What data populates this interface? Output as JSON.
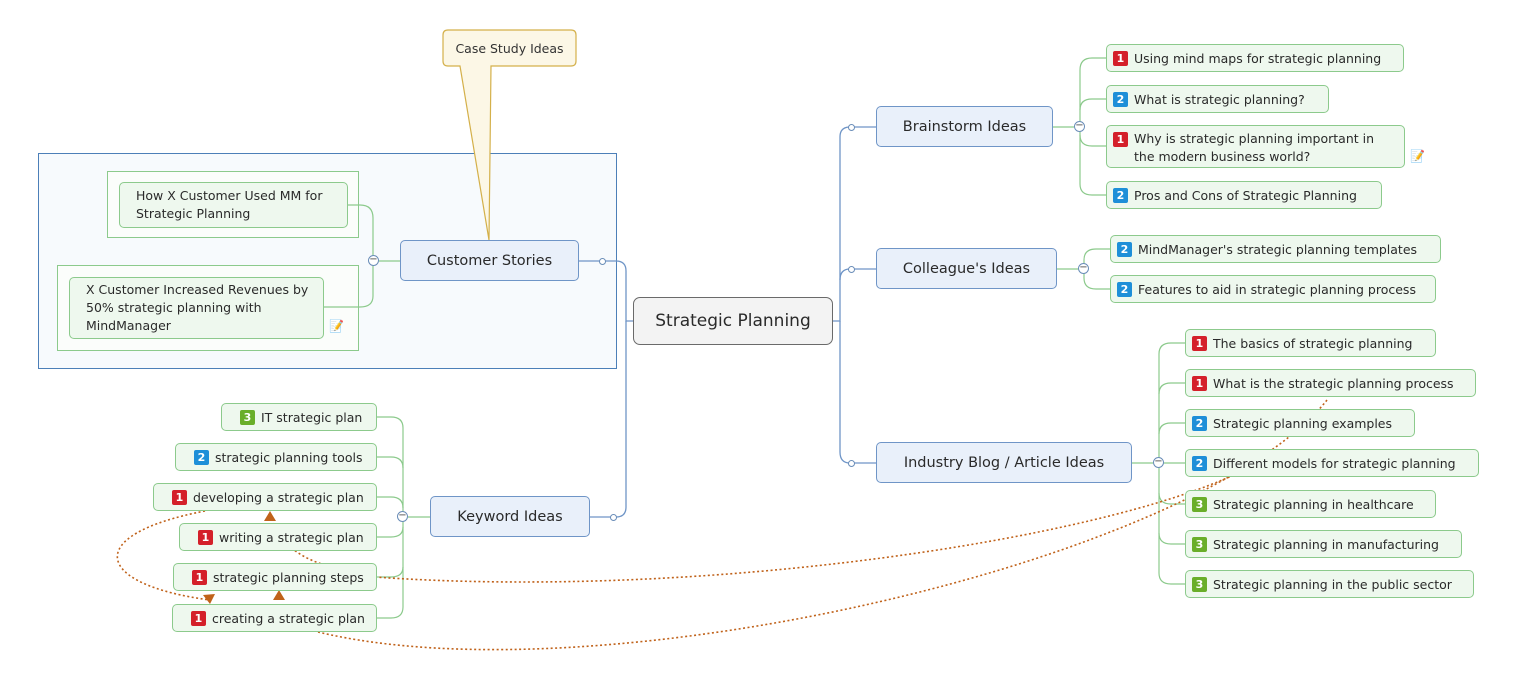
{
  "central": "Strategic Planning",
  "callout": "Case Study Ideas",
  "branches": {
    "brainstorm": {
      "label": "Brainstorm Ideas",
      "items": [
        {
          "priority": "1",
          "text": "Using mind maps for strategic planning"
        },
        {
          "priority": "2",
          "text": "What is strategic planning?"
        },
        {
          "priority": "1",
          "text": "Why is strategic planning important in the modern business world?"
        },
        {
          "priority": "2",
          "text": "Pros and Cons of Strategic Planning"
        }
      ]
    },
    "colleague": {
      "label": "Colleague's Ideas",
      "items": [
        {
          "priority": "2",
          "text": "MindManager's strategic planning templates"
        },
        {
          "priority": "2",
          "text": "Features to aid in strategic planning process"
        }
      ]
    },
    "industry": {
      "label": "Industry Blog / Article Ideas",
      "items": [
        {
          "priority": "1",
          "text": "The basics of strategic planning"
        },
        {
          "priority": "1",
          "text": "What is the strategic planning process"
        },
        {
          "priority": "2",
          "text": "Strategic planning examples"
        },
        {
          "priority": "2",
          "text": "Different models for strategic planning"
        },
        {
          "priority": "3",
          "text": "Strategic planning in healthcare"
        },
        {
          "priority": "3",
          "text": "Strategic planning in manufacturing"
        },
        {
          "priority": "3",
          "text": "Strategic planning in the public sector"
        }
      ]
    },
    "customer": {
      "label": "Customer Stories",
      "items": [
        {
          "text": "How X Customer Used MM for Strategic Planning"
        },
        {
          "text": "X Customer Increased Revenues by 50% strategic planning with MindManager"
        }
      ]
    },
    "keyword": {
      "label": "Keyword Ideas",
      "items": [
        {
          "priority": "3",
          "text": "IT strategic plan"
        },
        {
          "priority": "2",
          "text": "strategic planning tools"
        },
        {
          "priority": "1",
          "text": "developing a strategic plan"
        },
        {
          "priority": "1",
          "text": "writing a strategic plan"
        },
        {
          "priority": "1",
          "text": "strategic planning steps"
        },
        {
          "priority": "1",
          "text": "creating a strategic plan"
        }
      ]
    }
  },
  "colors": {
    "main_border": "#6f95c7",
    "sub_border": "#8cca8c",
    "relationship": "#c0621a",
    "priority_1": "#d4202a",
    "priority_2": "#1e8fd8",
    "priority_3": "#6aae2a"
  }
}
